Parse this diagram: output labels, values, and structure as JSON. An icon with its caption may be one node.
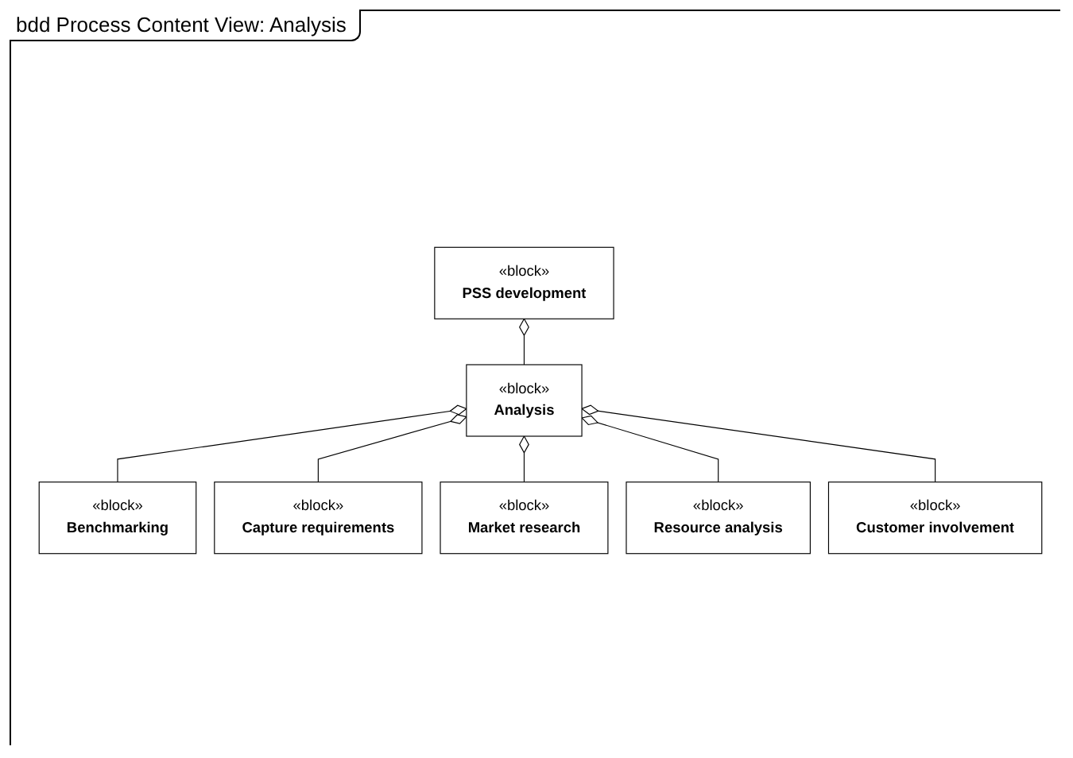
{
  "diagram": {
    "title": "bdd Process Content View: Analysis",
    "nodes": [
      {
        "text": [
          "«block»",
          "PSS development"
        ]
      },
      {
        "text": [
          "«block»",
          "Analysis"
        ]
      },
      {
        "text": [
          "«block»",
          "Benchmarking"
        ]
      },
      {
        "text": [
          "«block»",
          "Capture requirements"
        ]
      },
      {
        "text": [
          "«block»",
          "Market research"
        ]
      },
      {
        "text": [
          "«block»",
          "Resource analysis"
        ]
      },
      {
        "text": [
          "«block»",
          "Customer involvement"
        ]
      }
    ],
    "edges": [
      {
        "from": 0,
        "to": 1,
        "arrow": "other"
      },
      {
        "from": 1,
        "to": 2,
        "arrow": "other"
      },
      {
        "from": 1,
        "to": 3,
        "arrow": "other"
      },
      {
        "from": 1,
        "to": 4,
        "arrow": "other"
      },
      {
        "from": 1,
        "to": 5,
        "arrow": "other"
      },
      {
        "from": 1,
        "to": 6,
        "arrow": "other"
      }
    ]
  }
}
